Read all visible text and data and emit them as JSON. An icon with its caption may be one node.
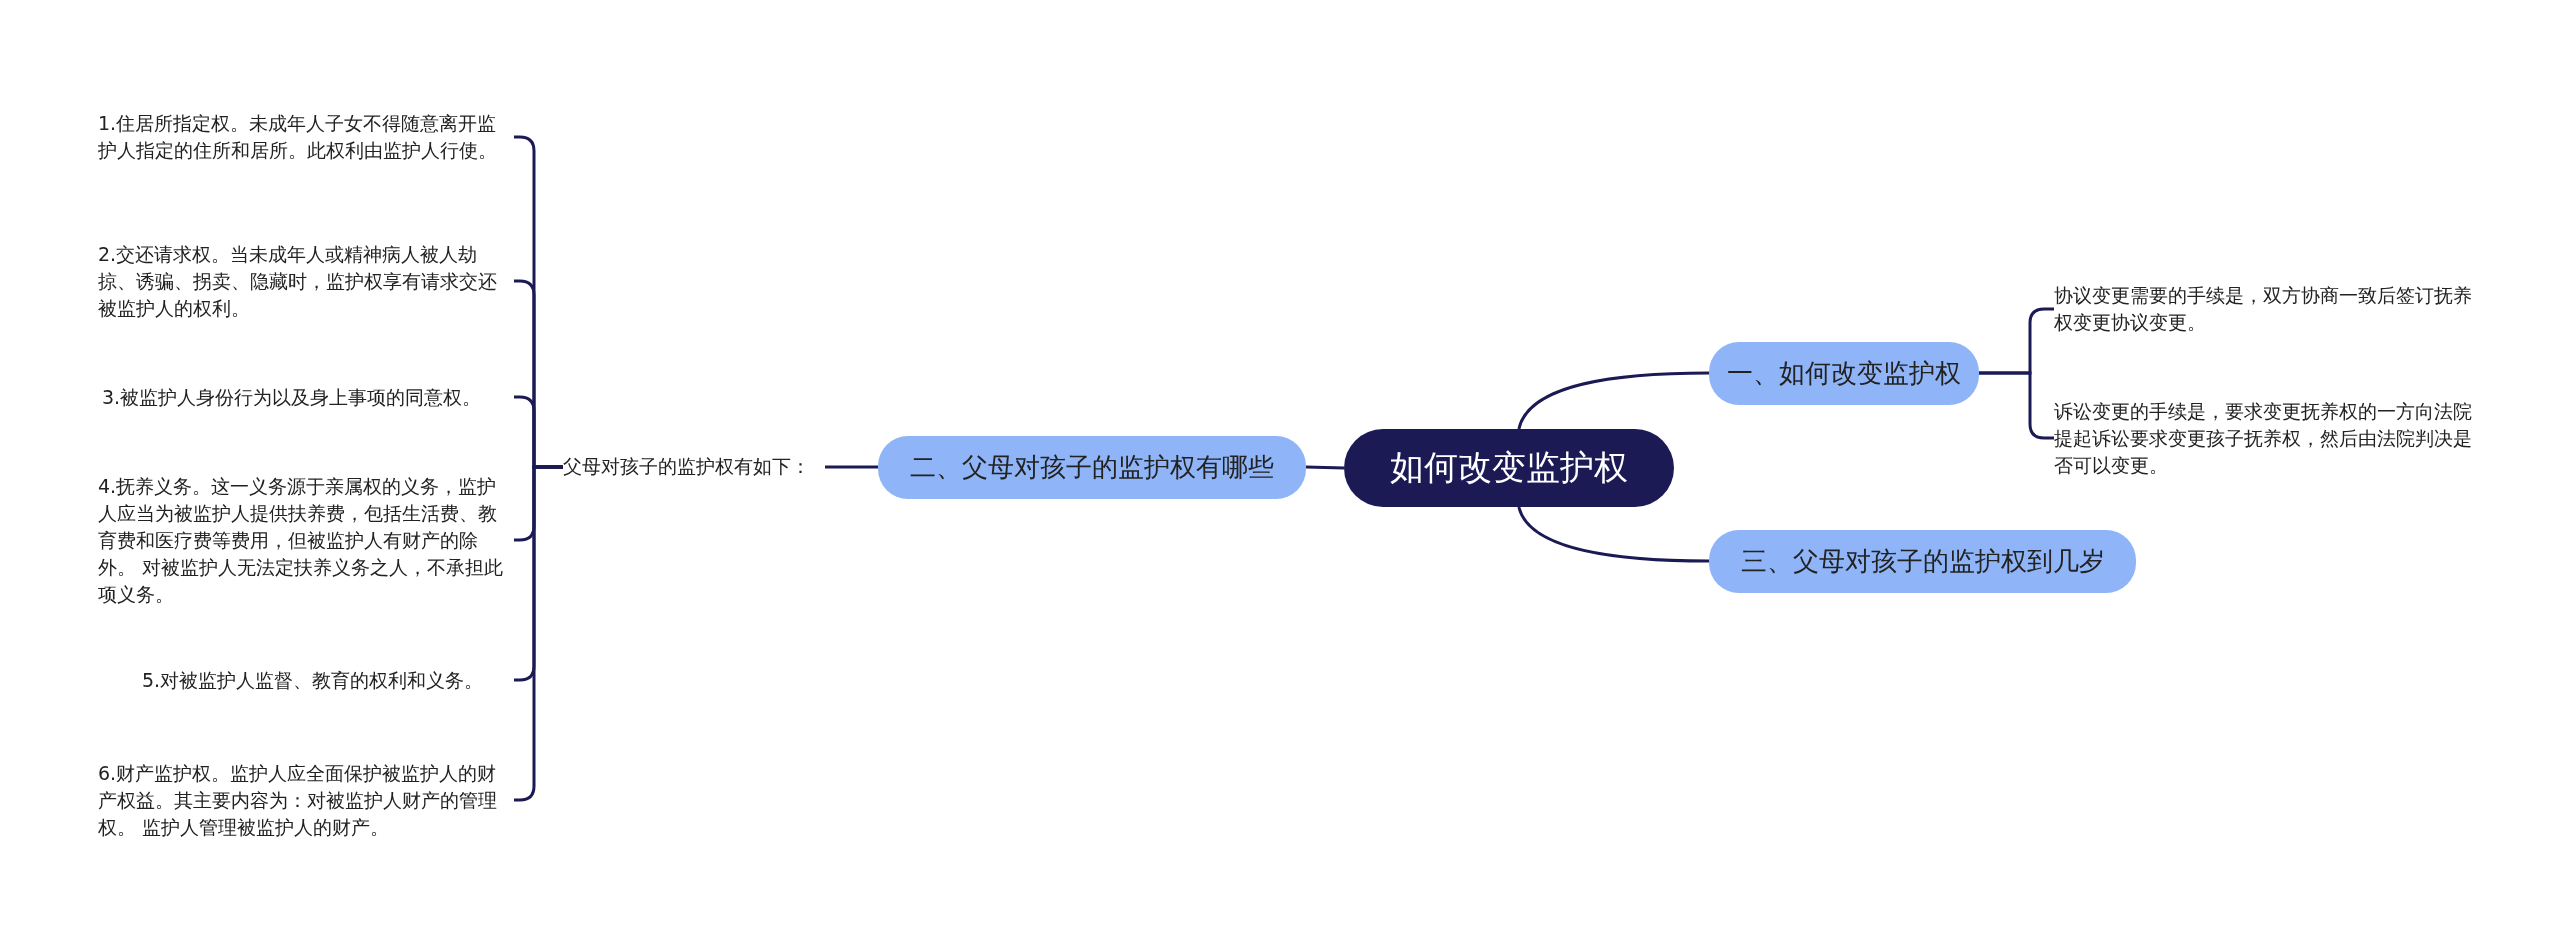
{
  "diagram": {
    "nodes": [
      {
        "text": [
          "如何改变监护权"
        ]
      },
      {
        "text": [
          "一、如何改变监护权"
        ]
      },
      {
        "text": [
          "协议变更需要的手续是，双方协商一致后签订抚养权变更协议变更。"
        ]
      },
      {
        "text": [
          "诉讼变更的手续是，要求变更抚养权的一方向法院提起诉讼要求变更孩子抚养权，然后由法院判决是否可以变更。"
        ]
      },
      {
        "text": [
          "二、父母对孩子的监护权有哪些"
        ]
      },
      {
        "text": [
          "父母对孩子的监护权有如下："
        ]
      },
      {
        "text": [
          "1.住居所指定权。未成年人子女不得随意离开监护人指定的住所和居所。此权利由监护人行使。"
        ]
      },
      {
        "text": [
          "2.交还请求权。当未成年人或精神病人被人劫掠、诱骗、拐卖、隐藏时，监护权享有请求交还被监护人的权利。"
        ]
      },
      {
        "text": [
          "3.被监护人身份行为以及身上事项的同意权。"
        ]
      },
      {
        "text": [
          "4.抚养义务。这一义务源于亲属权的义务，监护人应当为被监护人提供扶养费，包括生活费、教育费和医疗费等费用，但被监护人有财产的除外。 对被监护人无法定扶养义务之人，不承担此项义务。"
        ]
      },
      {
        "text": [
          "5.对被监护人监督、教育的权利和义务。"
        ]
      },
      {
        "text": [
          "6.财产监护权。监护人应全面保护被监护人的财产权益。其主要内容为：对被监护人财产的管理权。 监护人管理被监护人的财产。"
        ]
      },
      {
        "text": [
          "三、父母对孩子的监护权到几岁"
        ]
      }
    ],
    "edges": [
      {
        "from": 0,
        "to": 1,
        "arrow": "none"
      },
      {
        "from": 1,
        "to": 2,
        "arrow": "none"
      },
      {
        "from": 1,
        "to": 3,
        "arrow": "none"
      },
      {
        "from": 0,
        "to": 4,
        "arrow": "none"
      },
      {
        "from": 4,
        "to": 5,
        "arrow": "none"
      },
      {
        "from": 5,
        "to": 6,
        "arrow": "none"
      },
      {
        "from": 5,
        "to": 7,
        "arrow": "none"
      },
      {
        "from": 5,
        "to": 8,
        "arrow": "none"
      },
      {
        "from": 5,
        "to": 9,
        "arrow": "none"
      },
      {
        "from": 5,
        "to": 10,
        "arrow": "none"
      },
      {
        "from": 5,
        "to": 11,
        "arrow": "none"
      },
      {
        "from": 0,
        "to": 12,
        "arrow": "none"
      }
    ]
  }
}
